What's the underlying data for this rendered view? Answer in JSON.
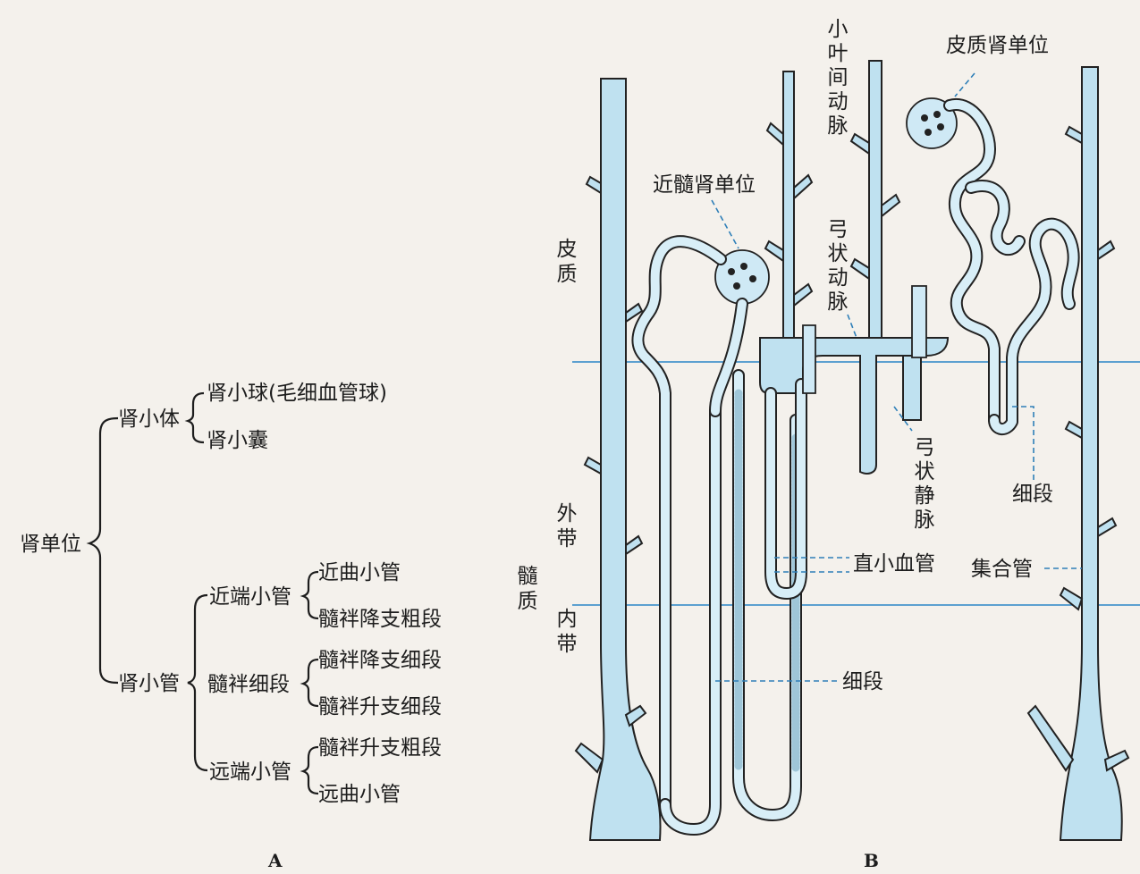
{
  "panel_a": {
    "letter": "A",
    "root": "肾单位",
    "renal_corpuscle": {
      "label": "肾小体",
      "children": [
        "肾小球(毛细血管球)",
        "肾小囊"
      ]
    },
    "renal_tubule": {
      "label": "肾小管",
      "groups": [
        {
          "label": "近端小管",
          "children": [
            "近曲小管",
            "髓袢降支粗段"
          ]
        },
        {
          "label": "髓袢细段",
          "children": [
            "髓袢降支细段",
            "髓袢升支细段"
          ]
        },
        {
          "label": "远端小管",
          "children": [
            "髓袢升支粗段",
            "远曲小管"
          ]
        }
      ]
    }
  },
  "panel_b": {
    "letter": "B",
    "cortex": "皮质",
    "outer_zone": "外带",
    "medulla": "髓质",
    "inner_zone": "内带",
    "interlobular_artery": "小叶间动脉",
    "cortical_nephron": "皮质肾单位",
    "juxtamedullary_nephron": "近髓肾单位",
    "arcuate_artery": "弓状动脉",
    "arcuate_vein": "弓状静脉",
    "thin_segment_right": "细段",
    "vasa_recta": "直小血管",
    "collecting_duct": "集合管",
    "thin_segment_bottom": "细段"
  },
  "colors": {
    "vessel_fill": "#bfe1f0",
    "zone_line": "#2a86c6",
    "leader_line": "#2e7fb8",
    "ink": "#1d1d1d"
  }
}
